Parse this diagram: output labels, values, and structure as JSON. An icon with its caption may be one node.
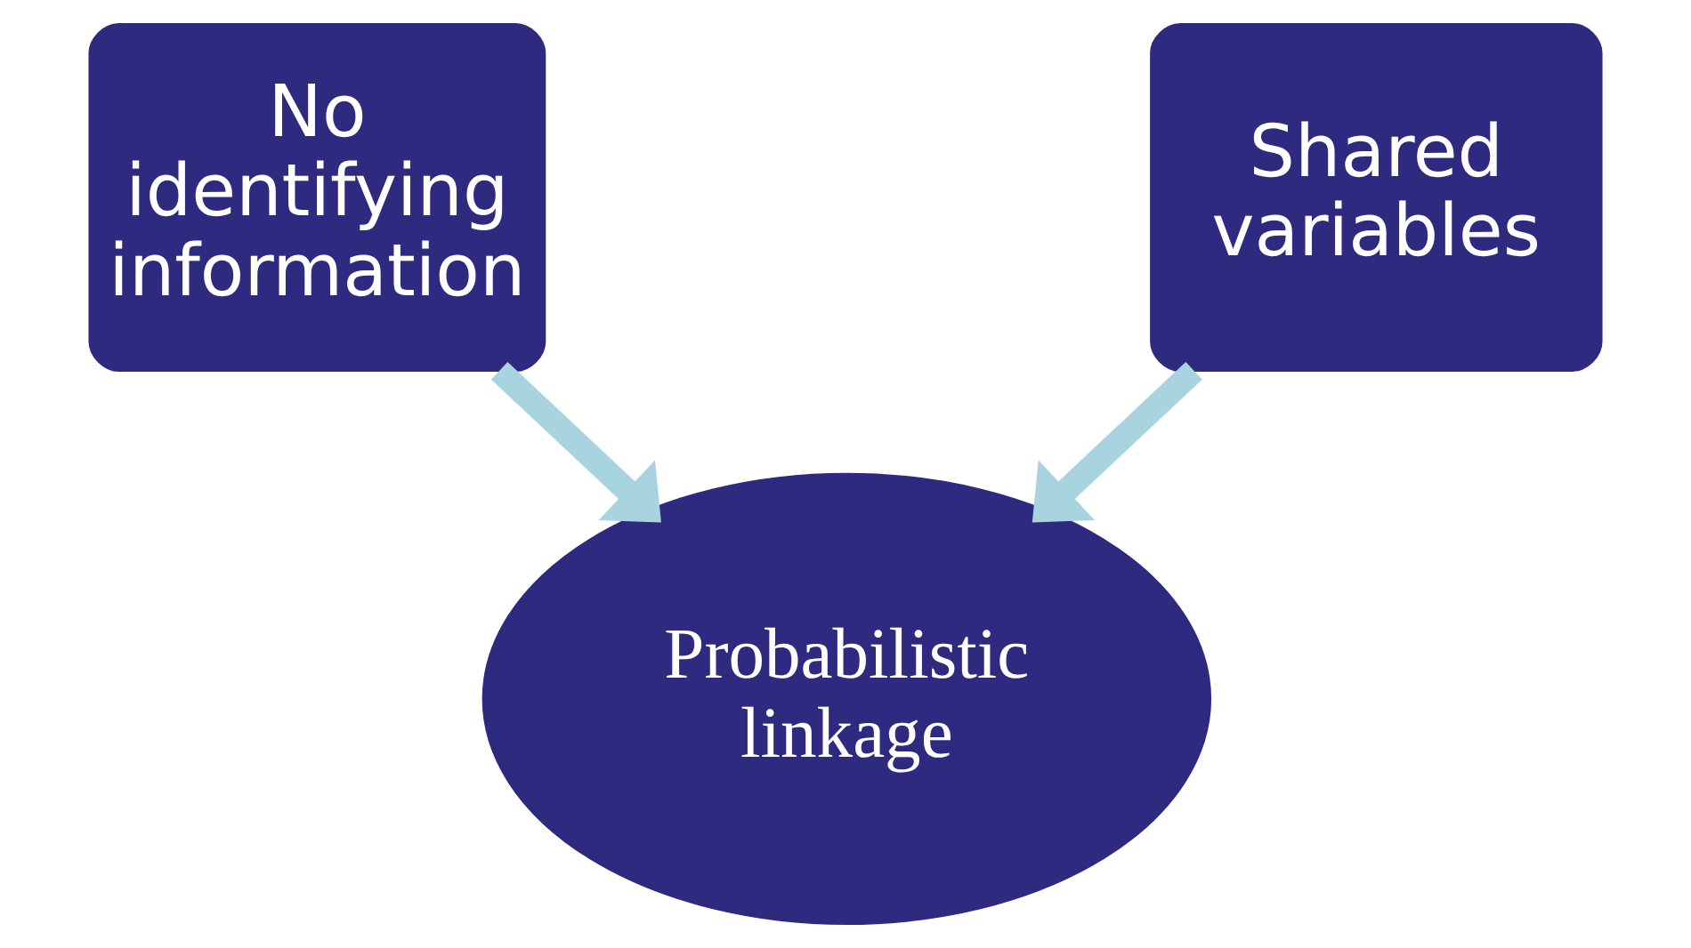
{
  "diagram": {
    "nodes": [
      {
        "text": [
          "No identifying information"
        ]
      },
      {
        "text": [
          "Shared variables"
        ]
      },
      {
        "text": [
          "Probabilistic linkage"
        ]
      }
    ],
    "edges": [
      {
        "from": 0,
        "to": 2,
        "arrow": "to"
      },
      {
        "from": 1,
        "to": 2,
        "arrow": "to"
      }
    ]
  }
}
